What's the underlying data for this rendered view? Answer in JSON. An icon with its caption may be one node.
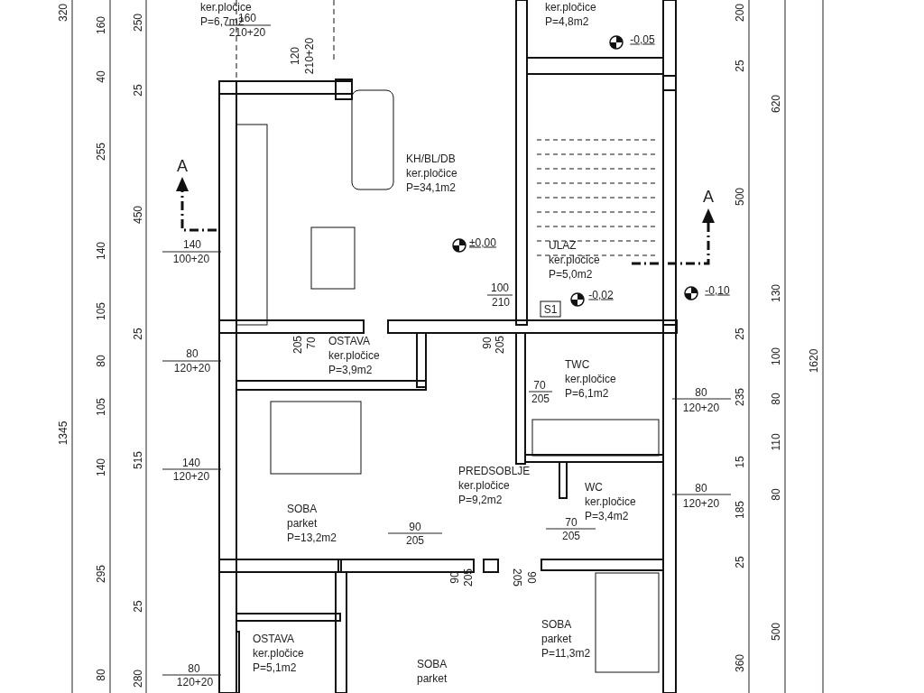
{
  "diagram": {
    "nodes": [
      {
        "text": [
          "ker.pločice",
          "P=6,7m2"
        ]
      },
      {
        "text": [
          "ker.pločice",
          "P=4,8m2"
        ]
      },
      {
        "text": [
          "KH/BL/DB",
          "ker.pločice",
          "P=34,1m2"
        ]
      },
      {
        "text": [
          "ULAZ",
          "ker.pločice",
          "P=5,0m2"
        ]
      },
      {
        "text": [
          "OSTAVA",
          "ker.pločice",
          "P=3,9m2"
        ]
      },
      {
        "text": [
          "TWC",
          "ker.pločice",
          "P=6,1m2"
        ]
      },
      {
        "text": [
          "PREDSOBLJE",
          "ker.pločice",
          "P=9,2m2"
        ]
      },
      {
        "text": [
          "WC",
          "ker.pločice",
          "P=3,4m2"
        ]
      },
      {
        "text": [
          "SOBA",
          "parket",
          "P=13,2m2"
        ]
      },
      {
        "text": [
          "SOBA",
          "parket",
          "P=11,3m2"
        ]
      },
      {
        "text": [
          "OSTAVA",
          "ker.pločice",
          "P=5,1m2"
        ]
      },
      {
        "text": [
          "SOBA",
          "parket"
        ]
      }
    ],
    "labels": [
      "320",
      "160",
      "250",
      "160",
      "210+20",
      "200",
      "-0,05",
      "120",
      "210+20",
      "40",
      "25",
      "25",
      "620",
      "255",
      "A",
      "450",
      "500",
      "A",
      "140",
      "100+20",
      "±0,00",
      "140",
      "130",
      "-0,10",
      "100",
      "210",
      "-0,02",
      "105",
      "S1",
      "25",
      "25",
      "205",
      "70",
      "90",
      "205",
      "80",
      "80",
      "120+20",
      "1620",
      "100",
      "70",
      "205",
      "235",
      "80",
      "120+20",
      "80",
      "1345",
      "105",
      "515",
      "110",
      "15",
      "140",
      "120+20",
      "140",
      "80",
      "120+20",
      "80",
      "185",
      "90",
      "205",
      "70",
      "205",
      "295",
      "25",
      "90",
      "205",
      "205",
      "90",
      "25",
      "500",
      "360",
      "80",
      "120+20",
      "80",
      "280"
    ]
  }
}
